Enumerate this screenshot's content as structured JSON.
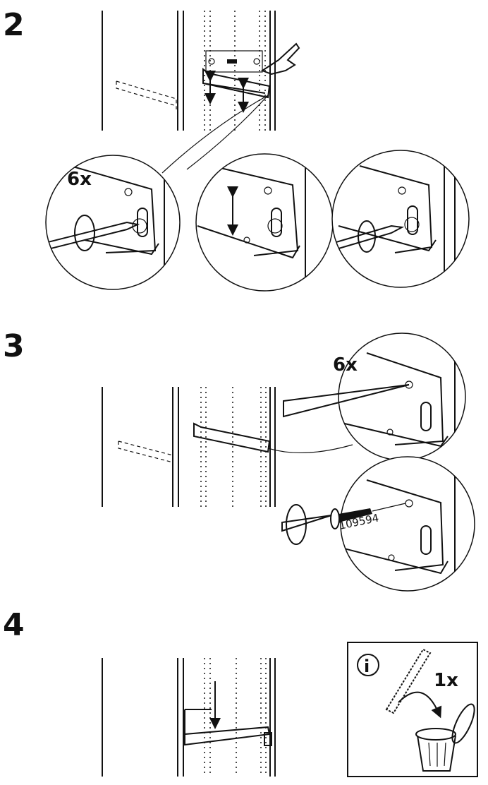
{
  "steps": [
    {
      "number": "2",
      "quantity": "6x"
    },
    {
      "number": "3",
      "quantity": "6x",
      "part_number": "109594"
    },
    {
      "number": "4",
      "info_icon": "i",
      "quantity": "1x"
    }
  ],
  "icons": [
    "level-icon",
    "hand-icon",
    "screwdriver-icon",
    "rotate-arrow-icon",
    "double-arrow-icon",
    "screw-icon",
    "down-arrow-icon",
    "info-icon",
    "trash-bin-icon"
  ]
}
